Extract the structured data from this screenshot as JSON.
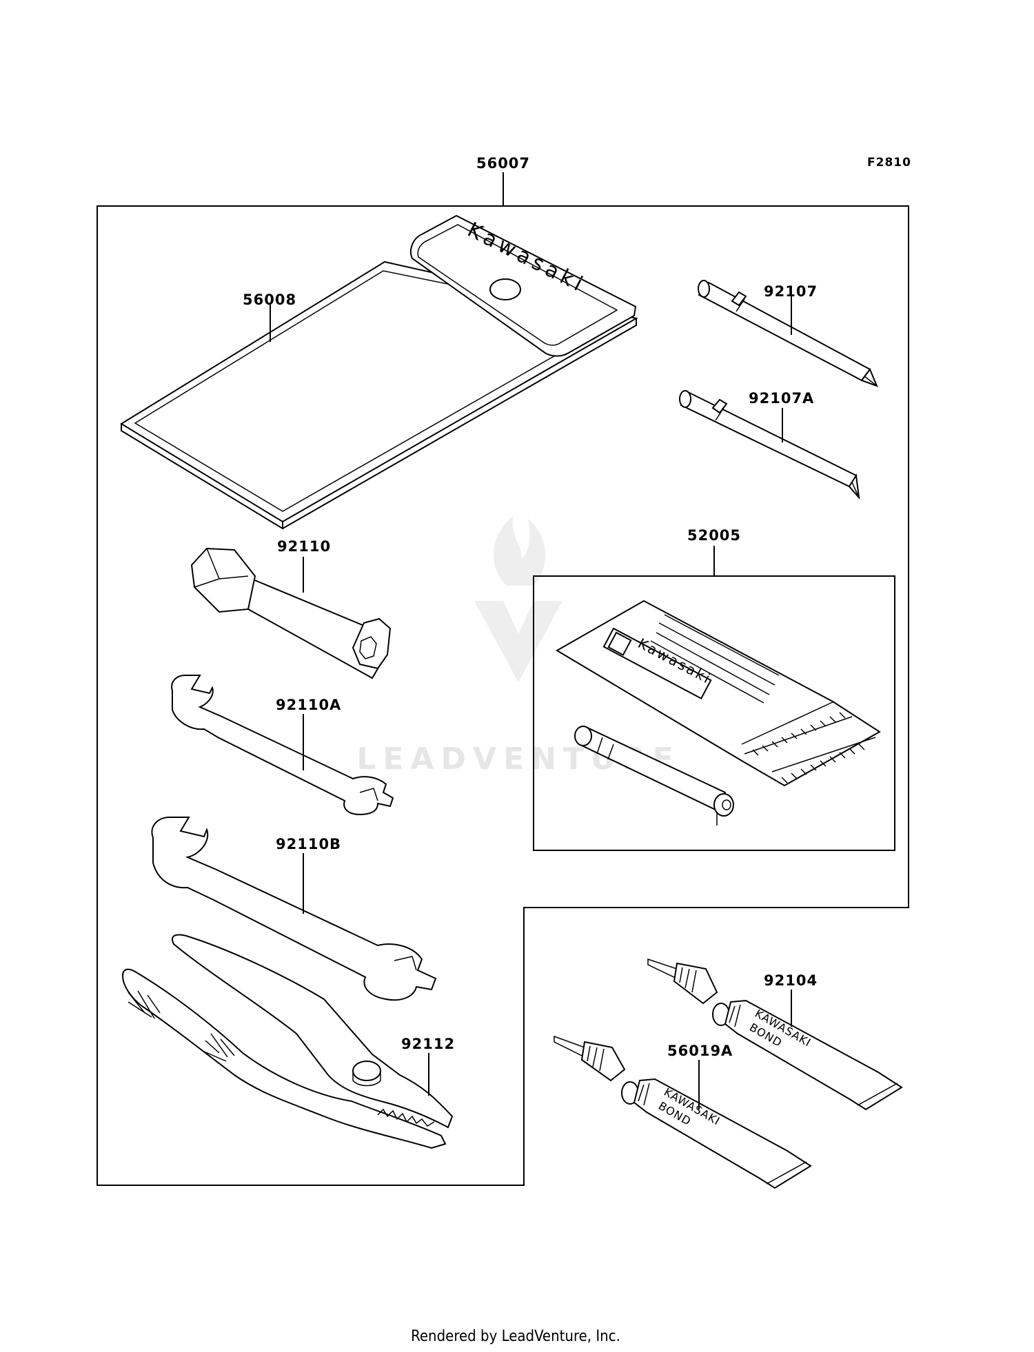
{
  "figure_code": "F2810",
  "parts": {
    "kit": "56007",
    "pouch": "56008",
    "screwdriver": "92107",
    "screwdriver_a": "92107A",
    "plug_wrench": "92110",
    "wrench_a": "92110A",
    "wrench_b": "92110B",
    "pliers": "92112",
    "repair_kit": "52005",
    "bond": "92104",
    "bond_a": "56019A"
  },
  "brand": {
    "pouch": "Kawasaki",
    "repair_kit": "Kawasaki",
    "tube_line1": "KAWASAKI",
    "tube_line2": "BOND"
  },
  "watermark": "LEADVENTURE",
  "footer": "Rendered by LeadVenture, Inc."
}
